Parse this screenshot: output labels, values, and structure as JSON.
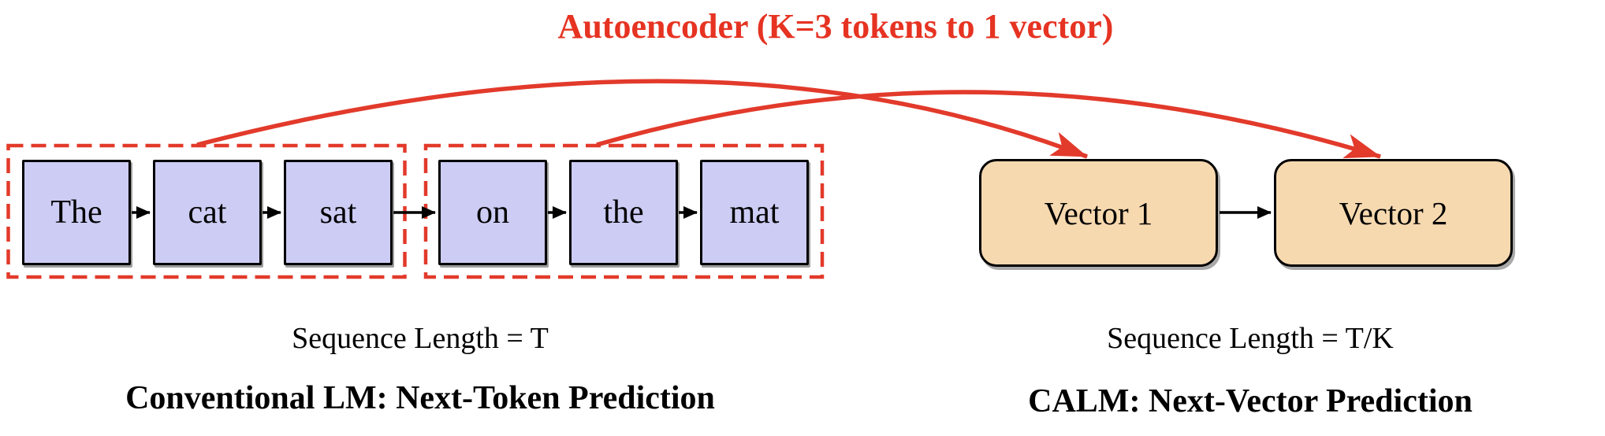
{
  "title": {
    "text": "Autoencoder (K=3 tokens to 1 vector)",
    "color": "#e63322"
  },
  "colors": {
    "red": "#e23a2b",
    "token_fill": "#ccccf4",
    "vector_fill": "#f7d9b0",
    "border": "#000000"
  },
  "left": {
    "chunks": [
      [
        "The",
        "cat",
        "sat"
      ],
      [
        "on",
        "the",
        "mat"
      ]
    ],
    "caption": "Sequence Length = T",
    "label": "Conventional LM: Next-Token Prediction"
  },
  "right": {
    "vectors": [
      "Vector 1",
      "Vector 2"
    ],
    "caption": "Sequence Length = T/K",
    "label": "CALM: Next-Vector Prediction"
  }
}
